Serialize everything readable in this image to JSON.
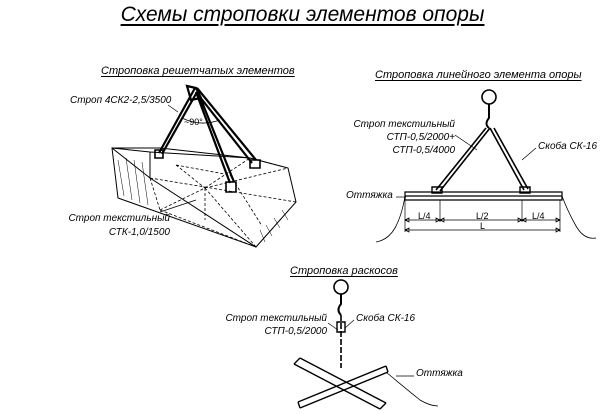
{
  "diagram": {
    "title": "Схемы строповки элементов опоры",
    "lattice": {
      "caption": "Строповка решетчатых элементов",
      "sling_chain": "Строп 4СК2-2,5/3500",
      "angle": "~90°",
      "textile_line1": "Строп текстильный",
      "textile_line2": "СТК-1,0/1500"
    },
    "linear": {
      "caption": "Строповка линейного элемента опоры",
      "textile_line1": "Строп текстильный",
      "textile_line2": "СТП-0,5/2000+",
      "textile_line3": "СТП-0,5/4000",
      "shackle": "Скоба СК-16",
      "guy": "Оттяжка",
      "dim_l4_left": "L/4",
      "dim_l2": "L/2",
      "dim_l4_right": "L/4",
      "dim_l": "L"
    },
    "braces": {
      "caption": "Строповка раскосов",
      "textile_line1": "Строп текстильный",
      "textile_line2": "СТП-0,5/2000",
      "shackle": "Скоба СК-16",
      "guy": "Оттяжка"
    }
  }
}
